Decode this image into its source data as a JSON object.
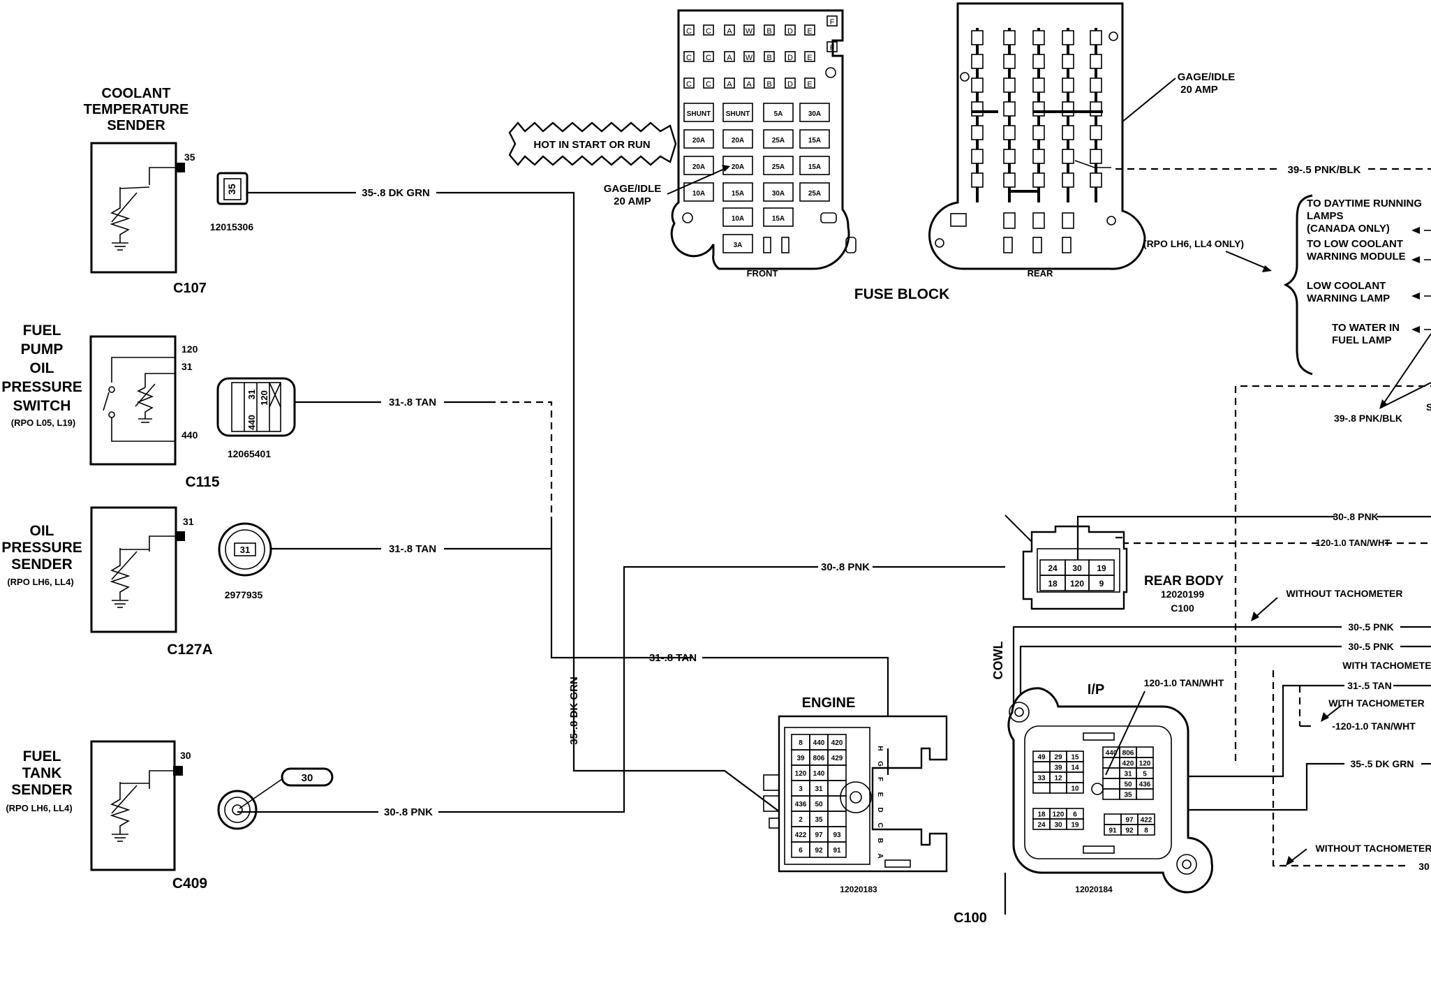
{
  "components": {
    "coolant": {
      "title_lines": [
        "COOLANT",
        "TEMPERATURE",
        "SENDER"
      ],
      "pin": "35",
      "connector_pin": "35",
      "part_no": "12015306",
      "conn_id": "C107"
    },
    "oil_switch": {
      "title_lines": [
        "FUEL",
        "PUMP",
        "OIL",
        "PRESSURE",
        "SWITCH"
      ],
      "rpo": "(RPO L05, L19)",
      "pins": [
        "120",
        "31",
        "440"
      ],
      "connector_pins": [
        "31",
        "120",
        "440"
      ],
      "part_no": "12065401",
      "conn_id": "C115"
    },
    "oil_sender": {
      "title_lines": [
        "OIL",
        "PRESSURE",
        "SENDER"
      ],
      "rpo": "(RPO LH6, LL4)",
      "pin": "31",
      "connector_pin": "31",
      "part_no": "2977935",
      "conn_id": "C127A"
    },
    "fuel_tank": {
      "title_lines": [
        "FUEL",
        "TANK",
        "SENDER"
      ],
      "rpo": "(RPO LH6, LL4)",
      "pin": "30",
      "connector_pin": "30",
      "conn_id": "C409"
    }
  },
  "wires": {
    "coolant": "35-.8 DK GRN",
    "oil_switch": "31-.8 TAN",
    "oil_sender": "31-.8 TAN",
    "fuel_tank": "30-.8 PNK",
    "engine_31": "31-.8 TAN",
    "vertical_35": "35-.8 DK GRN",
    "rear_body_30": "30-.8 PNK",
    "pnk_blk_39_5": "39-.5 PNK/BLK",
    "pnk_blk_39_8": "39-.8 PNK/BLK",
    "right_30_8": "30-.8 PNK",
    "right_120": "120-1.0 TAN/WHT",
    "right_30_5a": "30-.5 PNK",
    "right_30_5b": "30-.5 PNK",
    "right_31_5": "31-.5 TAN",
    "right_120b": "-120-1.0 TAN/WHT",
    "right_35_5": "35-.5 DK GRN",
    "right_30_end": "30",
    "ip_120": "120-1.0 TAN/WHT"
  },
  "fuse_block": {
    "title": "FUSE BLOCK",
    "front_label": "FRONT",
    "rear_label": "REAR",
    "hot_label": "HOT IN START OR RUN",
    "gage_idle_left": [
      "GAGE/IDLE",
      "20 AMP"
    ],
    "gage_idle_right": [
      "GAGE/IDLE",
      "20 AMP"
    ],
    "letter_rows": [
      [
        "C",
        "C",
        "A",
        "W",
        "B",
        "D",
        "E"
      ],
      [
        "C",
        "C",
        "A",
        "W",
        "B",
        "D",
        "E"
      ],
      [
        "C",
        "C",
        "A",
        "A",
        "B",
        "D",
        "E"
      ]
    ],
    "letter_side": [
      "F",
      "F"
    ],
    "fuses": [
      [
        "SHUNT",
        "SHUNT",
        "5A",
        "30A"
      ],
      [
        "20A",
        "20A",
        "25A",
        "15A"
      ],
      [
        "20A",
        "20A",
        "25A",
        "15A"
      ],
      [
        "10A",
        "15A",
        "30A",
        "25A"
      ],
      [
        "",
        "10A",
        "15A",
        ""
      ],
      [
        "",
        "3A",
        "",
        ""
      ]
    ]
  },
  "right_notes": {
    "rpo": "(RPO LH6, LL4 ONLY)",
    "daytime": [
      "TO DAYTIME RUNNING",
      "LAMPS",
      "(CANADA ONLY)"
    ],
    "low_coolant_module": [
      "TO LOW COOLANT",
      "WARNING MODULE"
    ],
    "low_coolant_lamp": [
      "LOW COOLANT",
      "WARNING LAMP"
    ],
    "water_fuel": [
      "TO WATER IN",
      "FUEL LAMP"
    ],
    "s_char": "S",
    "without_tach_1": "WITHOUT TACHOMETER",
    "with_tach_1": "WITH TACHOMETER",
    "with_tach_2": "WITH TACHOMETER",
    "without_tach_2": "WITHOUT TACHOMETER"
  },
  "rear_body": {
    "title": "REAR BODY",
    "part_no": "12020199",
    "conn_id": "C100",
    "pins_top": [
      "24",
      "30",
      "19"
    ],
    "pins_bottom": [
      "18",
      "120",
      "9"
    ]
  },
  "engine": {
    "title": "ENGINE",
    "part_no": "12020183",
    "side_letters": [
      "H",
      "G",
      "F",
      "E",
      "D",
      "C",
      "B",
      "A"
    ],
    "rows": [
      [
        "8",
        "440",
        "420"
      ],
      [
        "39",
        "806",
        "429"
      ],
      [
        "120",
        "140",
        ""
      ],
      [
        "3",
        "31",
        ""
      ],
      [
        "436",
        "50",
        ""
      ],
      [
        "2",
        "35",
        ""
      ],
      [
        "422",
        "97",
        "93"
      ],
      [
        "6",
        "92",
        "91"
      ]
    ]
  },
  "ip": {
    "title": "I/P",
    "cowl": "COWL",
    "part_no": "12020184",
    "conn_id": "C100",
    "left_rows": [
      [
        "49",
        "29",
        "15"
      ],
      [
        "",
        "39",
        "14"
      ],
      [
        "33",
        "12",
        ""
      ],
      [
        "",
        "",
        "10"
      ]
    ],
    "left_bottom": [
      [
        "18",
        "120",
        "6"
      ],
      [
        "24",
        "30",
        "19"
      ]
    ],
    "right_rows": [
      [
        "440",
        "806",
        ""
      ],
      [
        "",
        "420",
        "120"
      ],
      [
        "",
        "31",
        "5"
      ],
      [
        "",
        "50",
        "436"
      ],
      [
        "",
        "35",
        ""
      ]
    ],
    "right_bottom": [
      [
        "",
        "97",
        "422"
      ],
      [
        "91",
        "92",
        "8"
      ]
    ]
  }
}
